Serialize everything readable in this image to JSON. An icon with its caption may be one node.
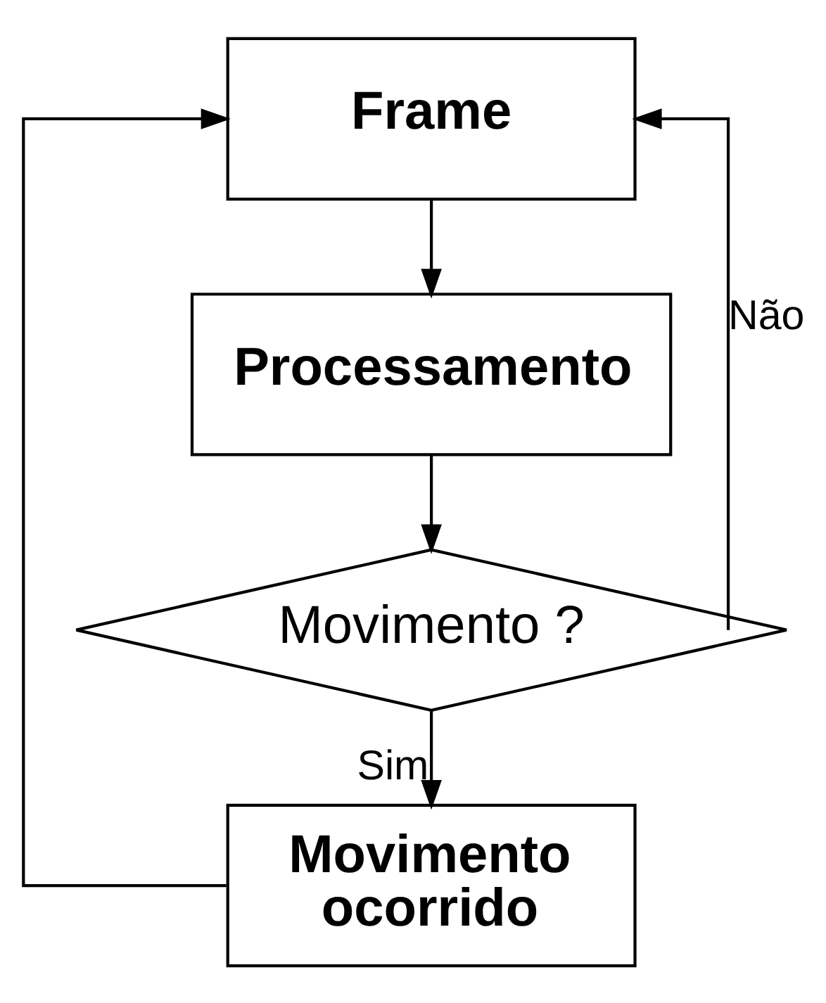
{
  "diagram": {
    "nodes": [
      {
        "text": [
          "Frame"
        ]
      },
      {
        "text": [
          "Processamento"
        ]
      },
      {
        "text": [
          "Movimento ?"
        ]
      },
      {
        "text": [
          "Movimento ocorrido"
        ]
      }
    ],
    "edges": [
      {
        "from": 0,
        "to": 1,
        "arrow": "to"
      },
      {
        "from": 1,
        "to": 2,
        "arrow": "to"
      },
      {
        "from": 2,
        "to": 0,
        "arrow": "to",
        "label": "Não"
      },
      {
        "from": 2,
        "to": 3,
        "arrow": "to",
        "label": "Sim"
      },
      {
        "from": 3,
        "to": 0,
        "arrow": "to"
      }
    ]
  }
}
